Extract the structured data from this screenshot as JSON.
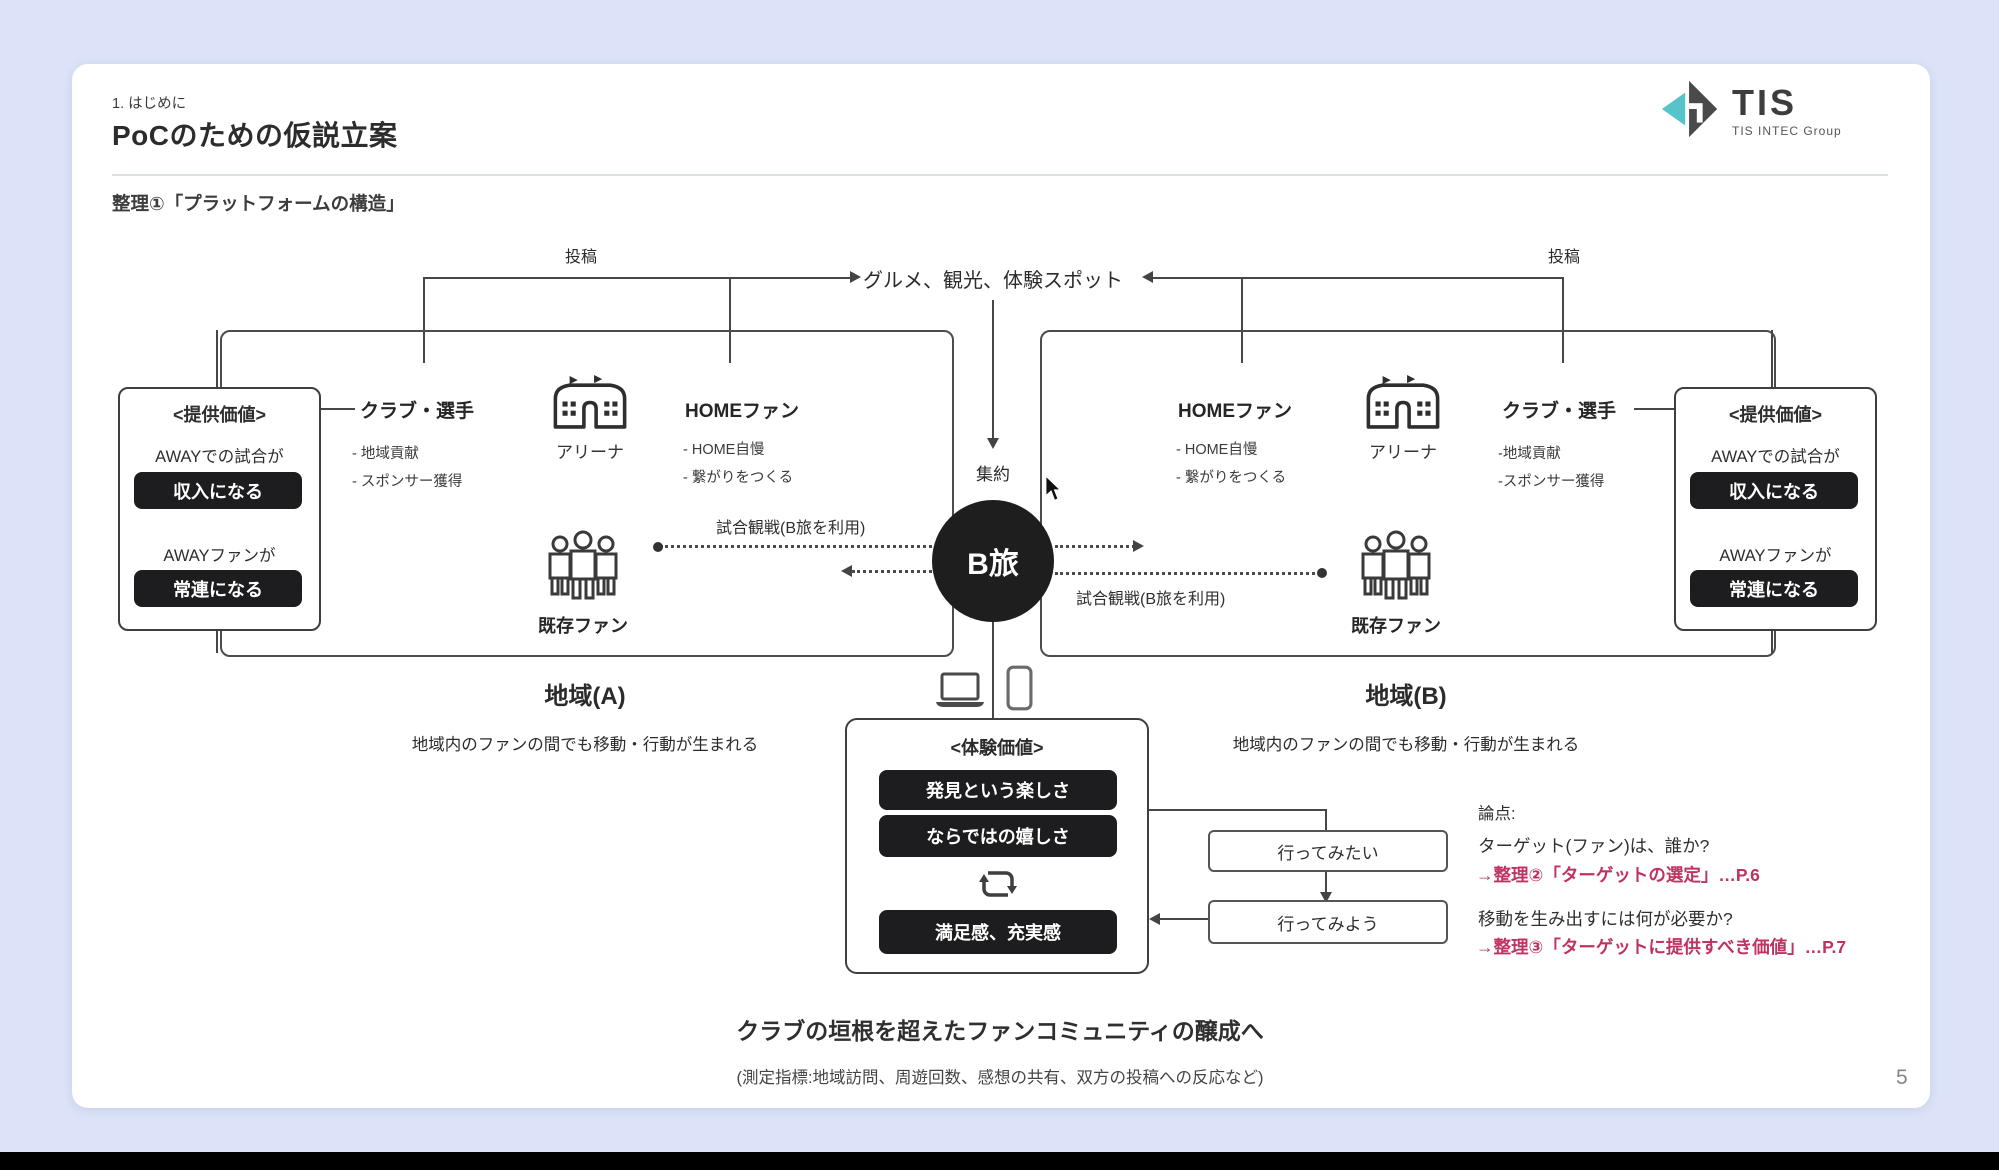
{
  "page": {
    "number": "5"
  },
  "colors": {
    "background": "#dce3f8",
    "dark_fill": "#1d1d1f",
    "line": "#4a4a4a",
    "link_red": "#bf3360",
    "logo_teal": "#56c4c9",
    "logo_gray": "#4a4a4a"
  },
  "header": {
    "eyebrow": "1. はじめに",
    "title": "PoCのための仮説立案",
    "section": "整理①「プラットフォームの構造」"
  },
  "logo": {
    "name": "TIS",
    "group": "TIS INTEC Group"
  },
  "top": {
    "post_left": "投稿",
    "post_right": "投稿",
    "spots": "グルメ、観光、体験スポット",
    "aggregate": "集約"
  },
  "hub": {
    "label": "B旅"
  },
  "travel": {
    "left_label": "試合観戦(B旅を利用)",
    "right_label": "試合観戦(B旅を利用)"
  },
  "value_left": {
    "title": "<提供価値>",
    "row1_label": "AWAYでの試合が",
    "row1_pill": "収入になる",
    "row2_label": "AWAYファンが",
    "row2_pill": "常連になる"
  },
  "value_right": {
    "title": "<提供価値>",
    "row1_label": "AWAYでの試合が",
    "row1_pill": "収入になる",
    "row2_label": "AWAYファンが",
    "row2_pill": "常連になる"
  },
  "region_a": {
    "club_title": "クラブ・選手",
    "club_items": [
      "- 地域貢献",
      "- スポンサー獲得"
    ],
    "arena": "アリーナ",
    "home_title": "HOMEファン",
    "home_items": [
      "- HOME自慢",
      "- 繋がりをつくる"
    ],
    "fans": "既存ファン",
    "label": "地域(A)",
    "caption": "地域内のファンの間でも移動・行動が生まれる"
  },
  "region_b": {
    "home_title": "HOMEファン",
    "home_items": [
      "- HOME自慢",
      "- 繋がりをつくる"
    ],
    "arena": "アリーナ",
    "club_title": "クラブ・選手",
    "club_items": [
      "-地域貢献",
      "-スポンサー獲得"
    ],
    "fans": "既存ファン",
    "label": "地域(B)",
    "caption": "地域内のファンの間でも移動・行動が生まれる"
  },
  "experience": {
    "title": "<体験価値>",
    "pill1": "発見という楽しさ",
    "pill2": "ならではの嬉しさ",
    "pill3": "満足感、充実感"
  },
  "flow": {
    "want": "行ってみたい",
    "go": "行ってみよう"
  },
  "issues": {
    "heading": "論点:",
    "q1": "ターゲット(ファン)は、誰か?",
    "link1": "→整理②「ターゲットの選定」…P.6",
    "q2": "移動を生み出すには何が必要か?",
    "link2": "→整理③「ターゲットに提供すべき価値」…P.7"
  },
  "footer": {
    "title": "クラブの垣根を超えたファンコミュニティの醸成へ",
    "caption": "(測定指標:地域訪問、周遊回数、感想の共有、双方の投稿への反応など)"
  },
  "icons": {
    "logo": "tis-diamond-logo",
    "arena": "stadium-building",
    "fans": "three-people-group",
    "devices": [
      "laptop",
      "smartphone"
    ],
    "cycle": "loop-arrows",
    "pointer": "mouse-cursor"
  }
}
